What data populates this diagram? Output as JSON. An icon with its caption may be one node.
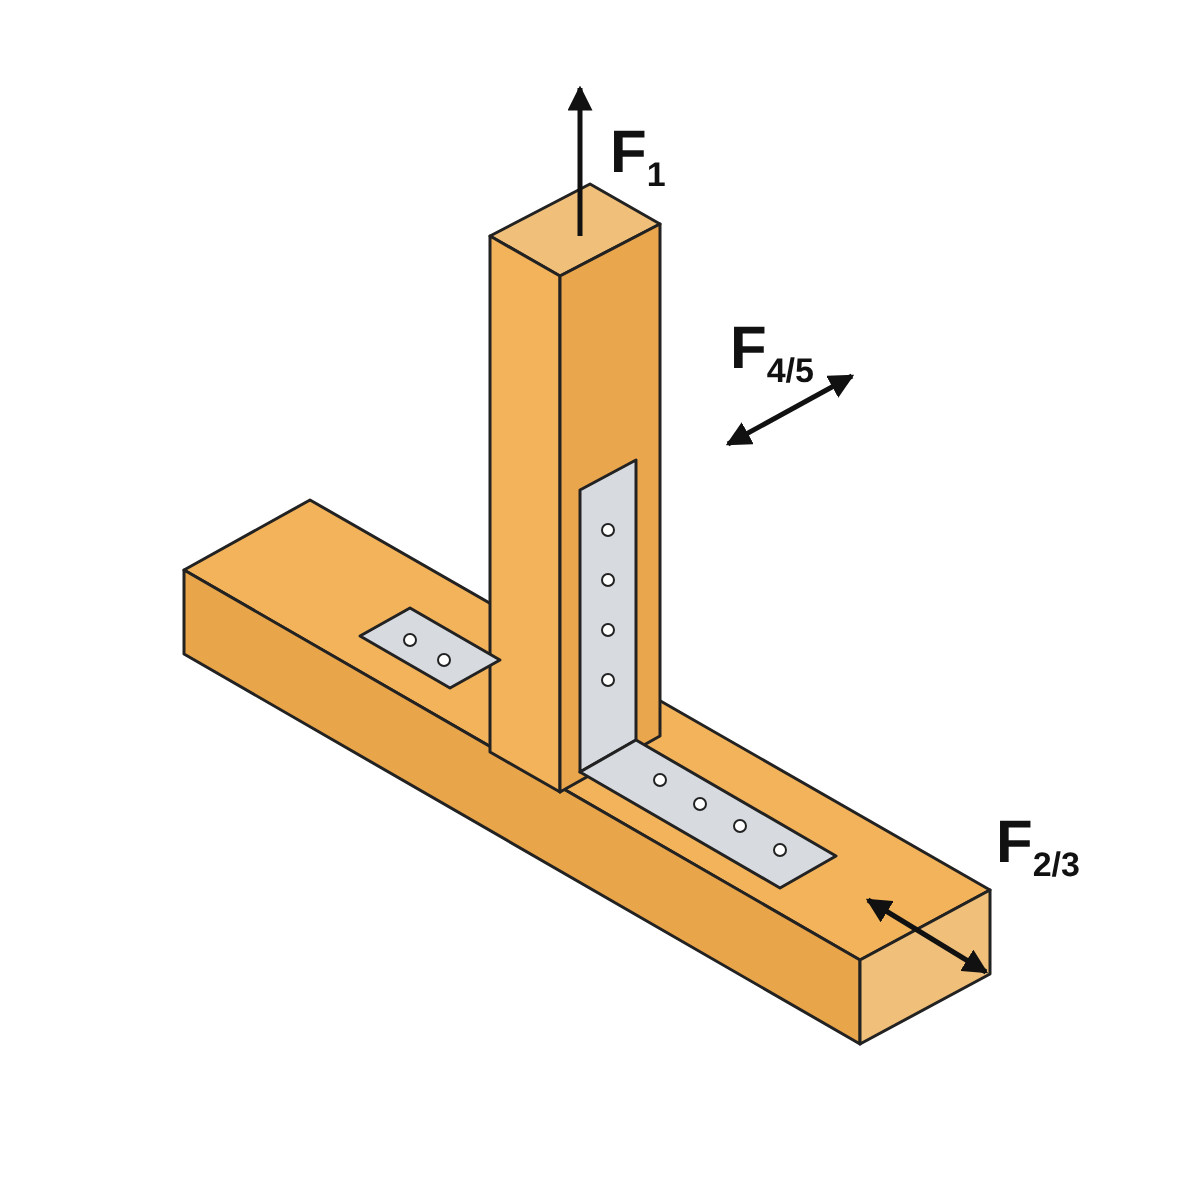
{
  "diagram": {
    "labels": [
      "F$_{1}$",
      "F$_{4/5}$",
      "F$_{2/3}$"
    ]
  }
}
